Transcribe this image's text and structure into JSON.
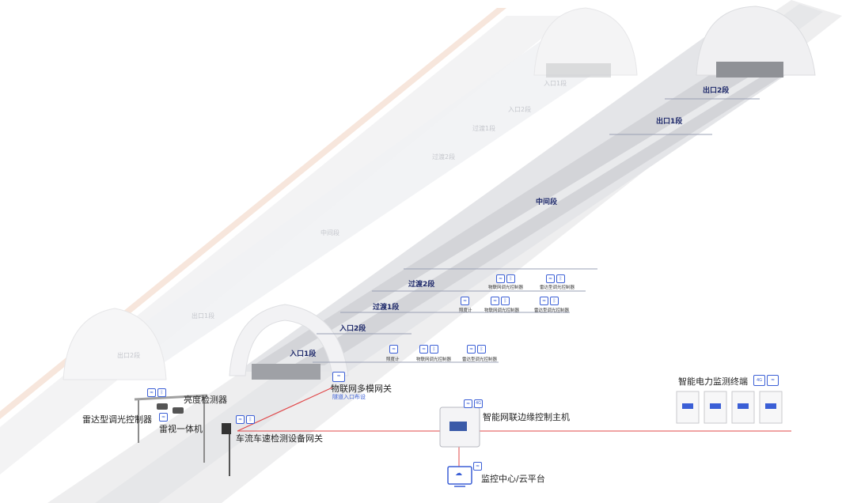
{
  "ghost_tunnel": {
    "segments": [
      "入口1段",
      "入口2段",
      "过渡1段",
      "过渡2段",
      "中间段",
      "出口1段",
      "出口2段"
    ]
  },
  "main_tunnel": {
    "segments": [
      "入口1段",
      "入口2段",
      "过渡1段",
      "过渡2段",
      "中间段",
      "出口1段",
      "出口2段"
    ]
  },
  "devices": {
    "row1": [
      "照度计",
      "物联网调光控制器",
      "雷达型调光控制器"
    ],
    "row2": [
      "照度计",
      "物联网调光控制器",
      "雷达型调光控制器"
    ],
    "row3": [
      "物联网调光控制器",
      "雷达型调光控制器"
    ]
  },
  "labels": {
    "iot_gateway": "物联网多模网关",
    "iot_gateway_sub": "隧道入口布设",
    "brightness_detector": "亮度检测器",
    "radar_controller": "雷达型调光控制器",
    "radar_vision": "雷视一体机",
    "traffic_gateway": "车流车速检测设备网关",
    "edge_host": "智能网联边缘控制主机",
    "power_terminal": "智能电力监测终端",
    "monitor_center": "监控中心/云平台"
  },
  "icons": {
    "wifi": "wifi-icon",
    "bluetooth": "bluetooth-icon",
    "4g": "4g-icon"
  },
  "colors": {
    "accent_blue": "#3b5fd6",
    "connection_red": "#e0484a",
    "tunnel_gray": "#d9dadd",
    "road_gray": "#c9cacd"
  }
}
